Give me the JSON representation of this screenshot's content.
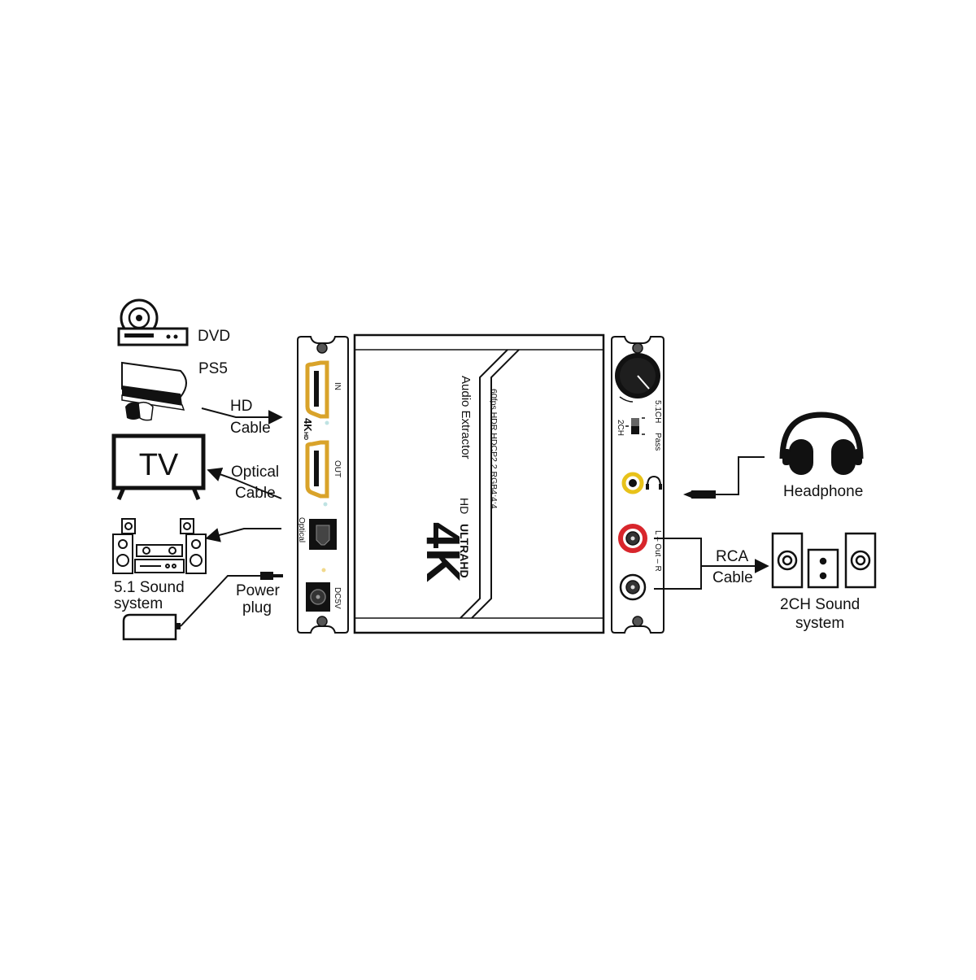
{
  "devices": {
    "dvd": "DVD",
    "ps5": "PS5",
    "tv_screen": "TV",
    "sound51_line1": "5.1 Sound",
    "sound51_line2": "system",
    "headphone": "Headphone",
    "sound2ch_line1": "2CH Sound",
    "sound2ch_line2": "system"
  },
  "cables": {
    "hd_line1": "HD",
    "hd_line2": "Cable",
    "optical_line1": "Optical",
    "optical_line2": "Cable",
    "power_line1": "Power",
    "power_line2": "plug",
    "rca_line1": "RCA",
    "rca_line2": "Cable"
  },
  "left_panel": {
    "logo": "4K",
    "logo_sub": "HD",
    "hdmi_in": "IN",
    "hdmi_out": "OUT",
    "optical": "Optical",
    "dc": "DC5V"
  },
  "top_face": {
    "brand_big": "4K",
    "brand_sub": "ULTRAHD",
    "product_hd": "HD",
    "product_name": "Audio Extractor",
    "specs": "60fps HDR HDCP2.2 RGB4:4:4"
  },
  "right_panel": {
    "mode_2ch": "2CH",
    "mode_pass": "Pass",
    "mode_51": "5.1CH",
    "rca_label": "L – Out – R"
  },
  "colors": {
    "hdmi_port": "#d9a32a",
    "rca_red": "#d8262c",
    "jack_yellow": "#e8c21a",
    "stroke": "#111111"
  }
}
